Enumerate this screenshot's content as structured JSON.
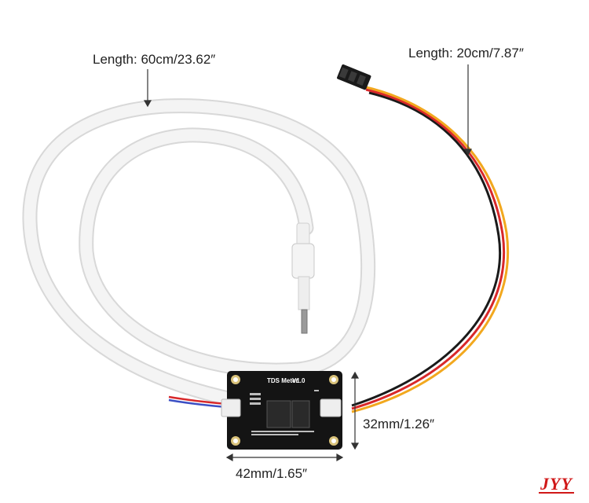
{
  "labels": {
    "probe_cable_length": "Length: 60cm/23.62″",
    "sensor_cable_length": "Length: 20cm/7.87″",
    "board_width": "42mm/1.65″",
    "board_height": "32mm/1.26″"
  },
  "board": {
    "title": "TDS Meter",
    "version": "V1.0"
  },
  "watermark": "JYY",
  "colors": {
    "cable_white": "#f2f2f2",
    "board_black": "#141414",
    "wire_red": "#d8282a",
    "wire_yellow": "#f2a81e",
    "wire_black": "#1a1a1a",
    "watermark_red": "#d01818"
  }
}
